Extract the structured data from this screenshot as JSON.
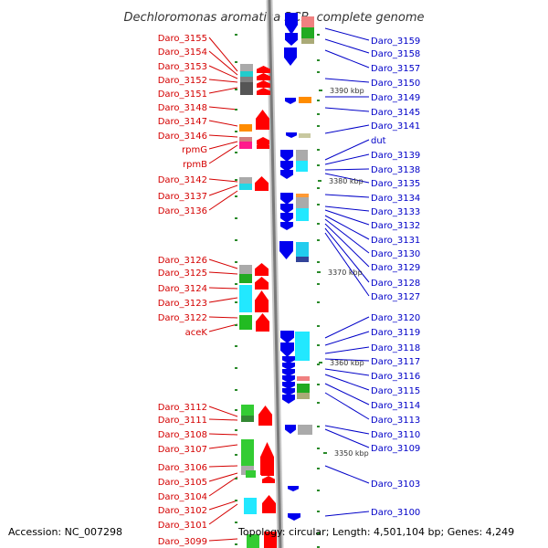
{
  "title": "Dechloromonas aromatica RCB, complete genome",
  "footer": {
    "accession": "Accession: NC_007298",
    "topology": "Topology: circular; Length: 4,501,104 bp; Genes: 4,249"
  },
  "colors": {
    "left_label": "#d40000",
    "right_label": "#0000c8",
    "forward_strand": "#ff0000",
    "reverse_strand": "#0000ee",
    "backbone": "#7a7a7a",
    "tick": "#2a8a2a"
  },
  "left_labels": [
    "Daro_3155",
    "Daro_3154",
    "Daro_3153",
    "Daro_3152",
    "Daro_3151",
    "Daro_3148",
    "Daro_3147",
    "Daro_3146",
    "rpmG",
    "rpmB",
    "Daro_3142",
    "Daro_3137",
    "Daro_3136",
    "Daro_3126",
    "Daro_3125",
    "Daro_3124",
    "Daro_3123",
    "Daro_3122",
    "aceK",
    "Daro_3112",
    "Daro_3111",
    "Daro_3108",
    "Daro_3107",
    "Daro_3106",
    "Daro_3105",
    "Daro_3104",
    "Daro_3102",
    "Daro_3101",
    "Daro_3099"
  ],
  "right_labels": [
    "Daro_3159",
    "Daro_3158",
    "Daro_3157",
    "Daro_3150",
    "Daro_3149",
    "Daro_3145",
    "Daro_3141",
    "dut",
    "Daro_3139",
    "Daro_3138",
    "Daro_3135",
    "Daro_3134",
    "Daro_3133",
    "Daro_3132",
    "Daro_3131",
    "Daro_3130",
    "Daro_3129",
    "Daro_3128",
    "Daro_3127",
    "Daro_3120",
    "Daro_3119",
    "Daro_3118",
    "Daro_3117",
    "Daro_3116",
    "Daro_3115",
    "Daro_3114",
    "Daro_3113",
    "Daro_3110",
    "Daro_3109",
    "Daro_3103",
    "Daro_3100"
  ],
  "scale_marks": [
    "3390 kbp",
    "3380 kbp",
    "3370 kbp",
    "3360 kbp",
    "3350 kbp"
  ]
}
